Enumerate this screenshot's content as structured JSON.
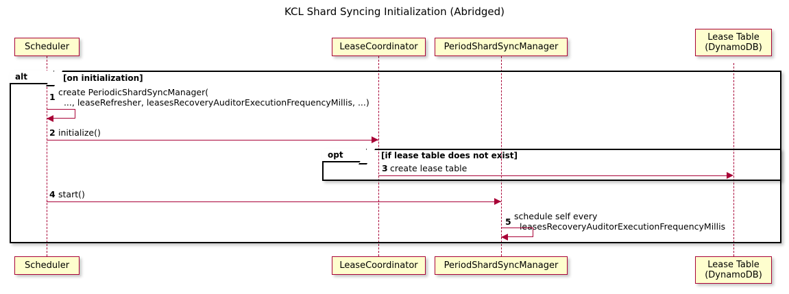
{
  "diagram": {
    "title": "KCL Shard Syncing Initialization (Abridged)",
    "type": "uml-sequence-diagram"
  },
  "participants": [
    {
      "id": "scheduler",
      "name": "Scheduler",
      "lines": [
        "Scheduler"
      ]
    },
    {
      "id": "coordinator",
      "name": "LeaseCoordinator",
      "lines": [
        "LeaseCoordinator"
      ]
    },
    {
      "id": "syncmanager",
      "name": "PeriodShardSyncManager",
      "lines": [
        "PeriodShardSyncManager"
      ]
    },
    {
      "id": "leasetable",
      "name": "Lease Table (DynamoDB)",
      "lines": [
        "Lease Table",
        "(DynamoDB)"
      ]
    }
  ],
  "fragments": [
    {
      "id": "alt-frame",
      "operator": "alt",
      "guard": "[on initialization]"
    },
    {
      "id": "opt-frame",
      "operator": "opt",
      "guard": "[if lease table does not exist]"
    }
  ],
  "messages": [
    {
      "number": "1",
      "from": "scheduler",
      "to": "scheduler",
      "self": true,
      "text_lines": [
        "create PeriodicShardSyncManager(",
        "  ..., leaseRefresher, leasesRecoveryAuditorExecutionFrequencyMillis, ...)"
      ]
    },
    {
      "number": "2",
      "from": "scheduler",
      "to": "coordinator",
      "self": false,
      "text_lines": [
        "initialize()"
      ]
    },
    {
      "number": "3",
      "from": "coordinator",
      "to": "leasetable",
      "self": false,
      "text_lines": [
        "create lease table"
      ]
    },
    {
      "number": "4",
      "from": "scheduler",
      "to": "syncmanager",
      "self": false,
      "text_lines": [
        "start()"
      ]
    },
    {
      "number": "5",
      "from": "syncmanager",
      "to": "syncmanager",
      "self": true,
      "text_lines": [
        "schedule self every",
        "  leasesRecoveryAuditorExecutionFrequencyMillis"
      ]
    }
  ],
  "colors": {
    "participant_fill": "#FEFECE",
    "participant_border": "#A80036",
    "arrow": "#A80036",
    "lifeline": "#A80036",
    "frame_border": "#000000",
    "background": "#FFFFFF",
    "text": "#000000"
  }
}
